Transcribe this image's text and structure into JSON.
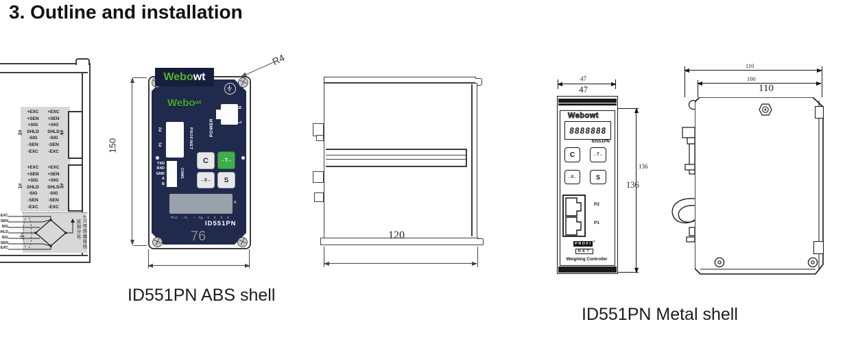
{
  "title": "3. Outline and installation",
  "captions": {
    "abs": "ID551PN ABS shell",
    "metal": "ID551PN  Metal shell"
  },
  "terminal_panel": {
    "load_cell_labels": "+EXC\n+SEN\n+SIG\nSHLD\n-SIG\n-SEN\n-EXC",
    "tags": {
      "g2": "2#",
      "g4": "4#",
      "g1": "1#",
      "g3": "3#"
    },
    "bridge_wire_labels": "EXC\nSEN\nSIG\nSHLD\nSIG\nSEN\nEXC",
    "bridge_note_col1": "4只传感器接线",
    "bridge_note_col2": "底部分布"
  },
  "abs_front": {
    "badge": {
      "green": "Webo",
      "white": "wt"
    },
    "face_logo": {
      "green": "Webo",
      "small": "wt"
    },
    "corner_radius_label": "R4",
    "dim_height": "150",
    "dim_width": "76",
    "power": {
      "label": "POWER",
      "n": "N",
      "l": "L"
    },
    "ports": {
      "p2": "P2",
      "p1": "P1",
      "bus": "PROFINET"
    },
    "com": {
      "pins": "TXD\nRXD\nGND\nA\nB",
      "label": "COM1"
    },
    "buttons": {
      "clear": "C",
      "tare": "→T←",
      "zero": "→0←",
      "func": "S"
    },
    "display_unit": "g",
    "indicators": "PLC   →0←   ~   kg    1    2    3    4",
    "model": "ID551PN"
  },
  "abs_side": {
    "dim_width": "120"
  },
  "metal_front": {
    "dim_width_cad": "47",
    "dim_width": "47",
    "dim_height_cad": "136",
    "dim_height": "136",
    "logo": "Webowt",
    "display": "8888888",
    "model": "ID551PN",
    "buttons": {
      "clear": "C",
      "tare": "→T←",
      "zero": "→0←",
      "func": "S"
    },
    "ports": {
      "p2": "P2",
      "p1": "P1"
    },
    "bus_logo": {
      "top": "PROFI",
      "reg": "®",
      "bottom": "NET"
    },
    "footer": "Weighing Controller"
  },
  "metal_side": {
    "dim_110_cad": "110",
    "dim_100_cad": "100",
    "dim_110": "110",
    "dim_100": "100"
  }
}
